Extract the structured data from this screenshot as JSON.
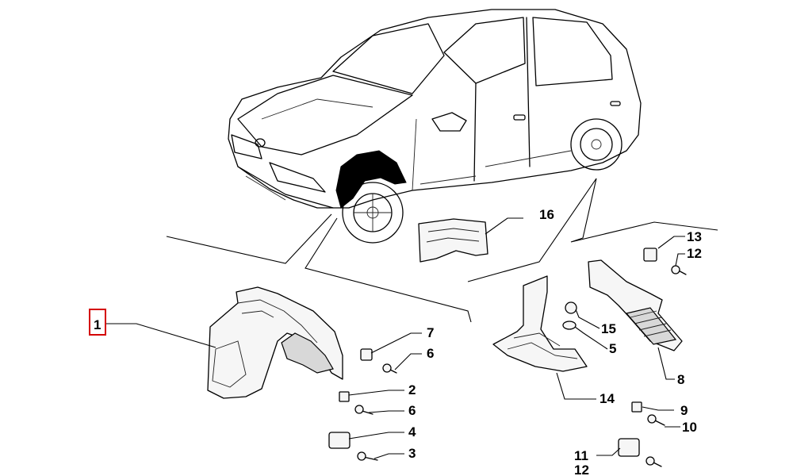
{
  "callouts": {
    "c1": "1",
    "c2": "2",
    "c3": "3",
    "c4": "4",
    "c5": "5",
    "c6a": "6",
    "c6b": "6",
    "c7": "7",
    "c8": "8",
    "c9": "9",
    "c10": "10",
    "c11": "11",
    "c12a": "12",
    "c12b": "12",
    "c13": "13",
    "c14": "14",
    "c15": "15",
    "c16": "16"
  },
  "colors": {
    "line": "#000000",
    "highlight": "#d40000",
    "background": "#ffffff",
    "liner_fill": "#000000"
  }
}
